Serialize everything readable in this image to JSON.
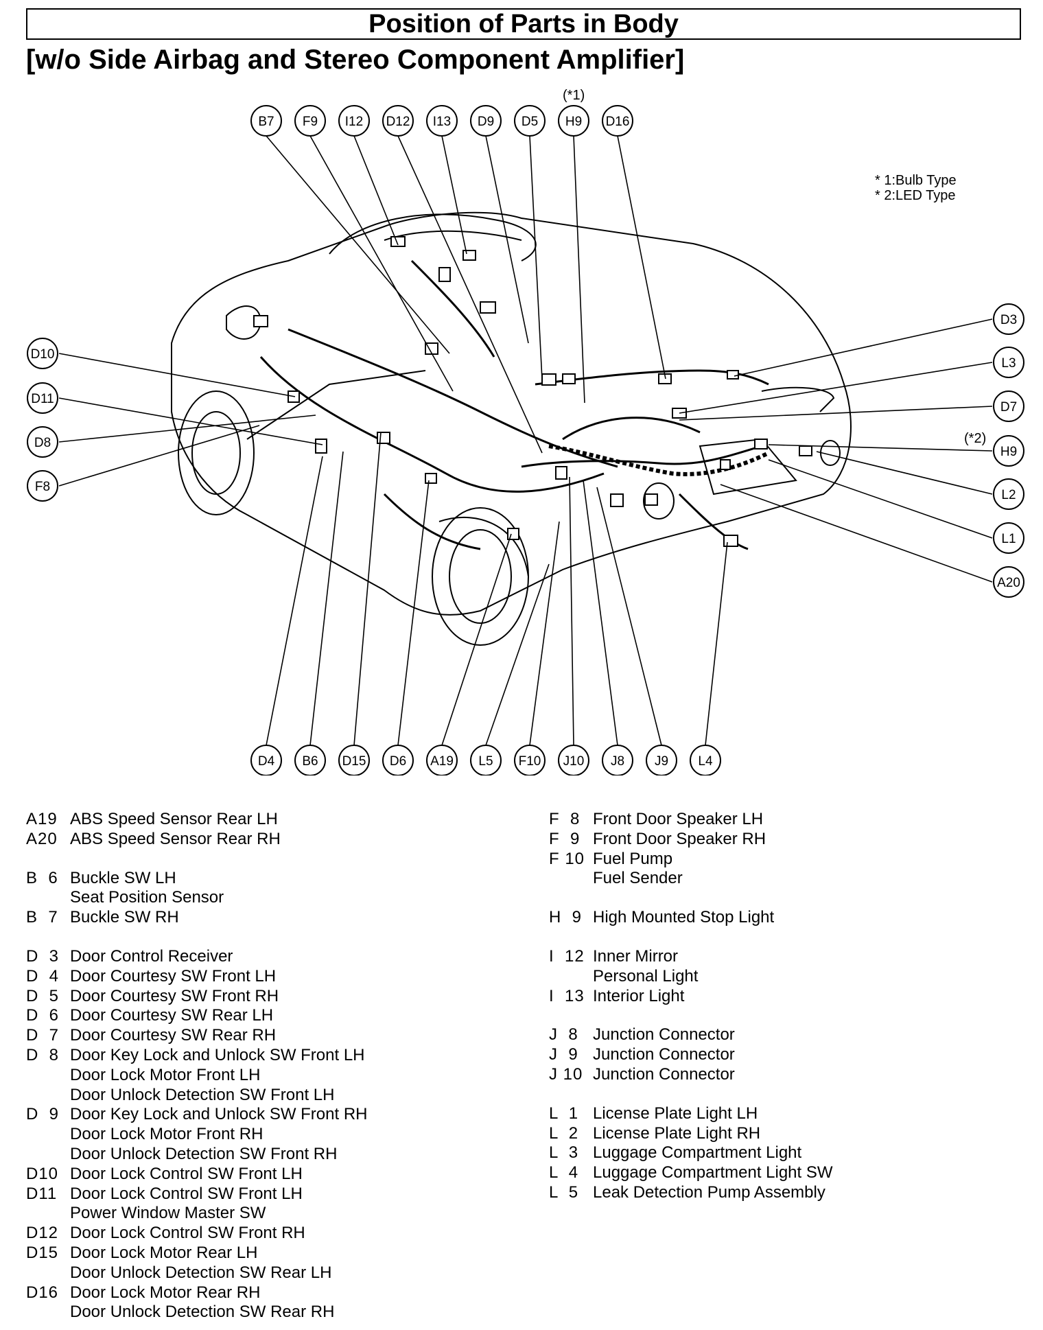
{
  "title": "Position of Parts in Body",
  "subtitle": "[w/o Side Airbag and Stereo Component Amplifier]",
  "notes": {
    "star1": "(*1)",
    "star2": "(*2)",
    "bulb": "* 1:Bulb Type",
    "led": "* 2:LED Type"
  },
  "callouts": {
    "top": [
      "B7",
      "F9",
      "I12",
      "D12",
      "I13",
      "D9",
      "D5",
      "H9",
      "D16"
    ],
    "left": [
      "D10",
      "D11",
      "D8",
      "F8"
    ],
    "right": [
      "D3",
      "L3",
      "D7",
      "H9",
      "L2",
      "L1",
      "A20"
    ],
    "bottom": [
      "D4",
      "B6",
      "D15",
      "D6",
      "A19",
      "L5",
      "F10",
      "J10",
      "J8",
      "J9",
      "L4"
    ]
  },
  "legend_left": [
    {
      "code": "A19",
      "text": "ABS Speed Sensor Rear LH"
    },
    {
      "code": "A20",
      "text": "ABS Speed Sensor Rear RH"
    },
    {
      "gap": true
    },
    {
      "code": "B  6",
      "text": "Buckle SW LH"
    },
    {
      "code": "",
      "text": "Seat Position Sensor"
    },
    {
      "code": "B  7",
      "text": "Buckle SW RH"
    },
    {
      "gap": true
    },
    {
      "code": "D  3",
      "text": "Door Control Receiver"
    },
    {
      "code": "D  4",
      "text": "Door Courtesy SW Front LH"
    },
    {
      "code": "D  5",
      "text": "Door Courtesy SW Front RH"
    },
    {
      "code": "D  6",
      "text": "Door Courtesy SW Rear LH"
    },
    {
      "code": "D  7",
      "text": "Door Courtesy SW Rear RH"
    },
    {
      "code": "D  8",
      "text": "Door Key Lock and Unlock SW Front LH"
    },
    {
      "code": "",
      "text": "Door Lock Motor Front LH"
    },
    {
      "code": "",
      "text": "Door Unlock Detection SW Front LH"
    },
    {
      "code": "D  9",
      "text": "Door Key Lock and Unlock SW Front RH"
    },
    {
      "code": "",
      "text": "Door Lock Motor Front RH"
    },
    {
      "code": "",
      "text": "Door Unlock Detection SW Front RH"
    },
    {
      "code": "D10",
      "text": "Door Lock Control SW Front LH"
    },
    {
      "code": "D11",
      "text": "Door Lock Control SW Front LH"
    },
    {
      "code": "",
      "text": "Power Window Master SW"
    },
    {
      "code": "D12",
      "text": "Door Lock Control SW Front RH"
    },
    {
      "code": "D15",
      "text": "Door Lock Motor Rear LH"
    },
    {
      "code": "",
      "text": "Door Unlock Detection SW Rear LH"
    },
    {
      "code": "D16",
      "text": "Door Lock Motor Rear RH"
    },
    {
      "code": "",
      "text": "Door Unlock Detection SW Rear RH"
    }
  ],
  "legend_right": [
    {
      "code": "F  8",
      "text": "Front Door Speaker LH"
    },
    {
      "code": "F  9",
      "text": "Front Door Speaker RH"
    },
    {
      "code": "F 10",
      "text": "Fuel Pump"
    },
    {
      "code": "",
      "text": "Fuel Sender"
    },
    {
      "gap": true
    },
    {
      "code": "H  9",
      "text": "High Mounted Stop Light"
    },
    {
      "gap": true
    },
    {
      "code": "I  12",
      "text": "Inner Mirror"
    },
    {
      "code": "",
      "text": "Personal Light"
    },
    {
      "code": "I  13",
      "text": "Interior Light"
    },
    {
      "gap": true
    },
    {
      "code": "J  8",
      "text": "Junction Connector"
    },
    {
      "code": "J  9",
      "text": "Junction Connector"
    },
    {
      "code": "J 10",
      "text": "Junction Connector"
    },
    {
      "gap": true
    },
    {
      "code": "L  1",
      "text": "License Plate Light LH"
    },
    {
      "code": "L  2",
      "text": "License Plate Light RH"
    },
    {
      "code": "L  3",
      "text": "Luggage Compartment Light"
    },
    {
      "code": "L  4",
      "text": "Luggage Compartment Light SW"
    },
    {
      "code": "L  5",
      "text": "Leak Detection Pump Assembly"
    }
  ]
}
